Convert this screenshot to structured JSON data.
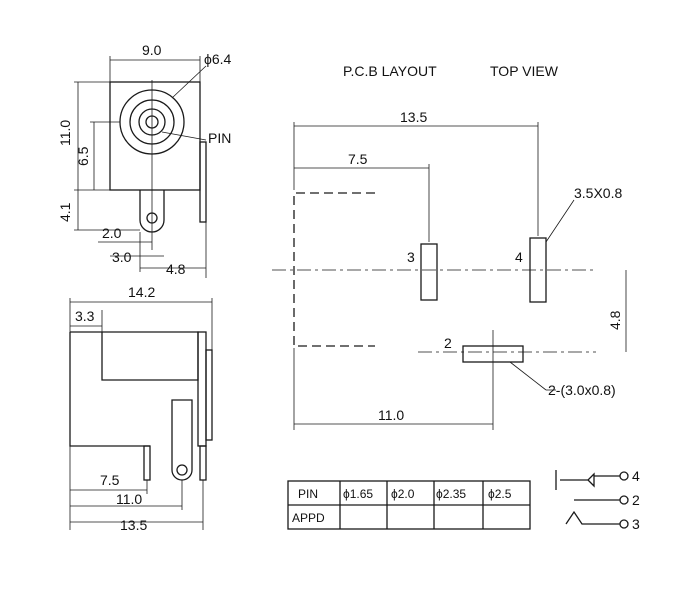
{
  "header": {
    "layout_title": "P.C.B LAYOUT",
    "view_title": "TOP VIEW"
  },
  "front_view": {
    "dims": {
      "width": "9.0",
      "diameter": "ϕ6.4",
      "height": "11.0",
      "center_height": "6.5",
      "pin_length": "4.1",
      "pin_offset_a": "2.0",
      "pin_offset_b": "3.0",
      "pin_offset_c": "4.8"
    },
    "pin_label": "PIN"
  },
  "side_view": {
    "dims": {
      "length": "14.2",
      "step": "3.3",
      "pin_a": "7.5",
      "pin_b": "11.0",
      "pin_c": "13.5"
    }
  },
  "pcb": {
    "dims": {
      "overall": "13.5",
      "pin3_offset": "7.5",
      "pin2_offset": "11.0",
      "vertical_offset": "4.8",
      "slot_size": "3.5X0.8",
      "slot_pair": "2-(3.0x0.8)"
    },
    "pins": [
      "3",
      "4",
      "2"
    ]
  },
  "pin_table": {
    "headers": [
      "PIN",
      "ϕ1.65",
      "ϕ2.0",
      "ϕ2.35",
      "ϕ2.5"
    ],
    "row_label": "APPD"
  },
  "schematic": {
    "pins": [
      "4",
      "2",
      "3"
    ]
  }
}
